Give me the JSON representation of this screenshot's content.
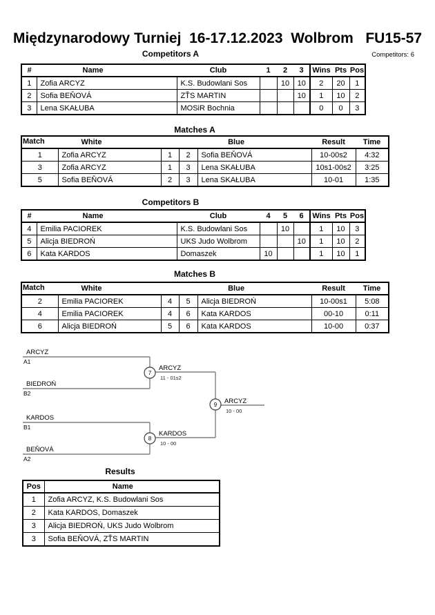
{
  "header": {
    "title": "Międzynarodowy Turniej  16-17.12.2023  Wolbrom   FU15-57",
    "competitors_count": "Competitors: 6"
  },
  "competitors_a": {
    "title": "Competitors A",
    "headers": {
      "num": "#",
      "name": "Name",
      "club": "Club",
      "c1": "1",
      "c2": "2",
      "c3": "3",
      "wins": "Wins",
      "pts": "Pts",
      "pos": "Pos"
    },
    "rows": [
      {
        "num": "1",
        "name": "Zofia ARCYZ",
        "club": "K.S. Budowlani Sos",
        "c1": "",
        "c2": "10",
        "c3": "10",
        "wins": "2",
        "pts": "20",
        "pos": "1"
      },
      {
        "num": "2",
        "name": "Sofia BEŇOVÁ",
        "club": "ZŤS MARTIN",
        "c1": "",
        "c2": "",
        "c3": "10",
        "wins": "1",
        "pts": "10",
        "pos": "2"
      },
      {
        "num": "3",
        "name": "Lena SKAŁUBA",
        "club": "MOSiR Bochnia",
        "c1": "",
        "c2": "",
        "c3": "",
        "wins": "0",
        "pts": "0",
        "pos": "3"
      }
    ]
  },
  "matches_a": {
    "title": "Matches A",
    "headers": {
      "match": "Match",
      "white": "White",
      "blue": "Blue",
      "result": "Result",
      "time": "Time"
    },
    "rows": [
      {
        "match": "1",
        "white": "Zofia ARCYZ",
        "wn": "1",
        "bn": "2",
        "blue": "Sofia BEŇOVÁ",
        "result": "10-00s2",
        "time": "4:32"
      },
      {
        "match": "3",
        "white": "Zofia ARCYZ",
        "wn": "1",
        "bn": "3",
        "blue": "Lena SKAŁUBA",
        "result": "10s1-00s2",
        "time": "3:25"
      },
      {
        "match": "5",
        "white": "Sofia BEŇOVÁ",
        "wn": "2",
        "bn": "3",
        "blue": "Lena SKAŁUBA",
        "result": "10-01",
        "time": "1:35"
      }
    ]
  },
  "competitors_b": {
    "title": "Competitors B",
    "headers": {
      "num": "#",
      "name": "Name",
      "club": "Club",
      "c1": "4",
      "c2": "5",
      "c3": "6",
      "wins": "Wins",
      "pts": "Pts",
      "pos": "Pos"
    },
    "rows": [
      {
        "num": "4",
        "name": "Emilia PACIOREK",
        "club": "K.S. Budowlani Sos",
        "c1": "",
        "c2": "10",
        "c3": "",
        "wins": "1",
        "pts": "10",
        "pos": "3"
      },
      {
        "num": "5",
        "name": "Alicja BIEDROŃ",
        "club": "UKS Judo Wolbrom",
        "c1": "",
        "c2": "",
        "c3": "10",
        "wins": "1",
        "pts": "10",
        "pos": "2"
      },
      {
        "num": "6",
        "name": "Kata KARDOS",
        "club": "Domaszek",
        "c1": "10",
        "c2": "",
        "c3": "",
        "wins": "1",
        "pts": "10",
        "pos": "1"
      }
    ]
  },
  "matches_b": {
    "title": "Matches B",
    "headers": {
      "match": "Match",
      "white": "White",
      "blue": "Blue",
      "result": "Result",
      "time": "Time"
    },
    "rows": [
      {
        "match": "2",
        "white": "Emilia PACIOREK",
        "wn": "4",
        "bn": "5",
        "blue": "Alicja BIEDROŃ",
        "result": "10-00s1",
        "time": "5:08"
      },
      {
        "match": "4",
        "white": "Emilia PACIOREK",
        "wn": "4",
        "bn": "6",
        "blue": "Kata KARDOS",
        "result": "00-10",
        "time": "0:11"
      },
      {
        "match": "6",
        "white": "Alicja BIEDROŃ",
        "wn": "5",
        "bn": "6",
        "blue": "Kata KARDOS",
        "result": "10-00",
        "time": "0:37"
      }
    ]
  },
  "bracket": {
    "slot1_name": "ARCYZ",
    "slot1_seed": "A1",
    "slot2_name": "BIEDROŃ",
    "slot2_seed": "B2",
    "slot3_name": "KARDOS",
    "slot3_seed": "B1",
    "slot4_name": "BEŇOVÁ",
    "slot4_seed": "A2",
    "m7_num": "7",
    "m7_winner": "ARCYZ",
    "m7_score": "11 - 01s2",
    "m8_num": "8",
    "m8_winner": "KARDOS",
    "m8_score": "10 - 00",
    "m9_num": "9",
    "m9_winner": "ARCYZ",
    "m9_score": "10 - 00"
  },
  "results": {
    "title": "Results",
    "headers": {
      "pos": "Pos",
      "name": "Name"
    },
    "rows": [
      {
        "pos": "1",
        "name": "Zofia ARCYZ, K.S. Budowlani Sos"
      },
      {
        "pos": "2",
        "name": "Kata KARDOS, Domaszek"
      },
      {
        "pos": "3",
        "name": "Alicja BIEDROŃ, UKS Judo Wolbrom"
      },
      {
        "pos": "3",
        "name": "Sofia BEŇOVÁ, ZŤS MARTIN"
      }
    ]
  }
}
